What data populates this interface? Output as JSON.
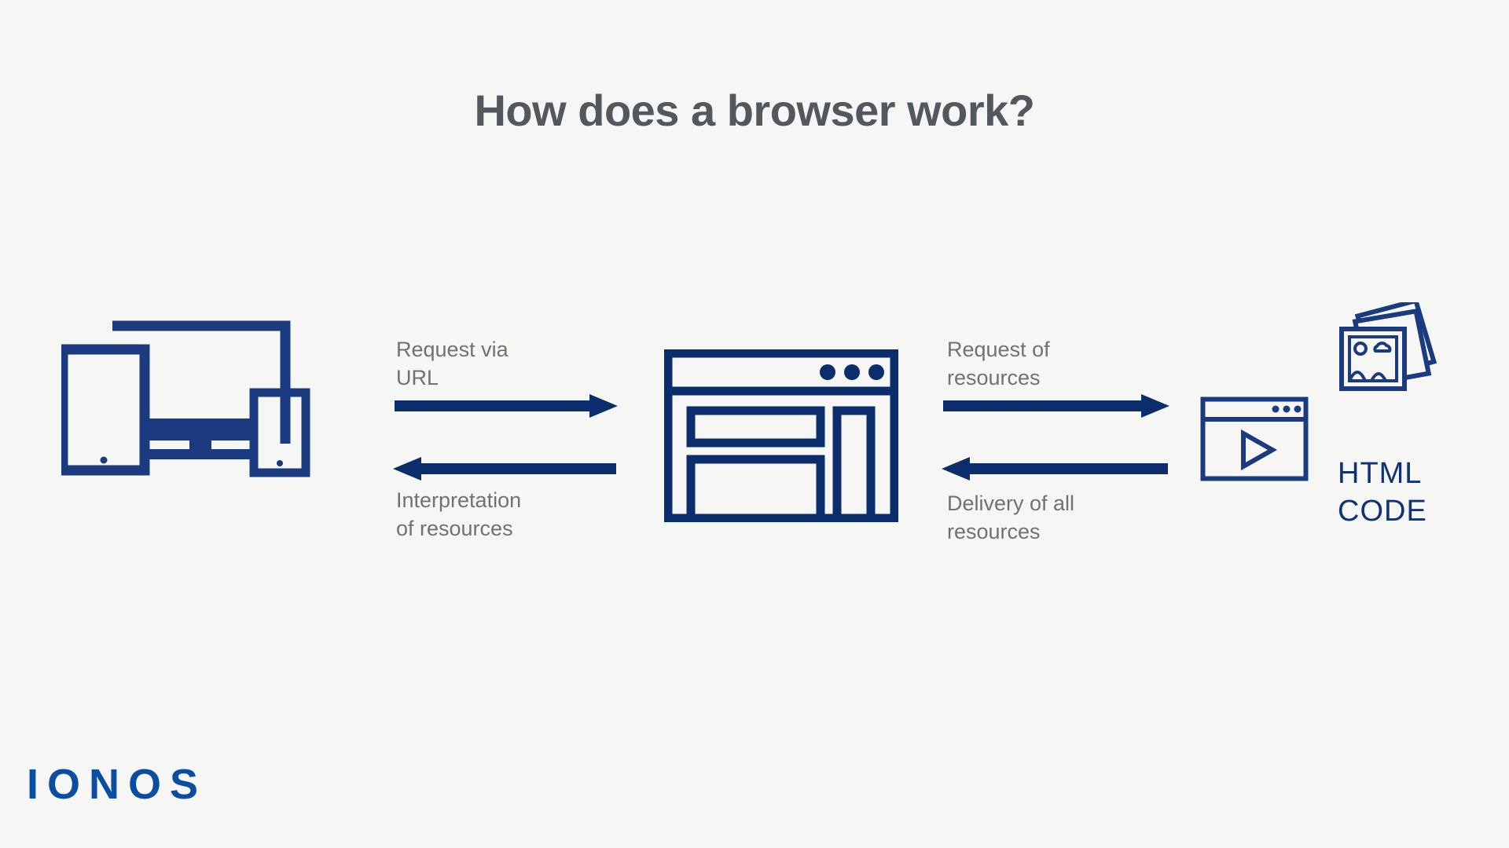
{
  "page": {
    "title": "How does a browser work?",
    "background_color": "#f6f6f5",
    "title_color": "#53585d",
    "accent_blue": "#1b3a7f",
    "deep_blue": "#0c2d6b",
    "label_gray": "#6e7276",
    "logo_blue": "#0b4da2"
  },
  "nodes": {
    "devices": {
      "name": "Devices (tablet, monitor, smartphone)",
      "icon": "devices-icon"
    },
    "website": {
      "name": "Website / browser window",
      "icon": "browser-window-icon"
    },
    "video": {
      "name": "Media player window",
      "icon": "video-player-icon"
    },
    "images": {
      "name": "Image resources",
      "icon": "photo-stack-icon"
    }
  },
  "flows": [
    {
      "id": "request-via-url",
      "label": "Request via\nURL",
      "direction": "right"
    },
    {
      "id": "interpretation-of-resources",
      "label": "Interpretation\nof resources",
      "direction": "left"
    },
    {
      "id": "request-of-resources",
      "label": "Request of\nresources",
      "direction": "right"
    },
    {
      "id": "delivery-of-all-resources",
      "label": "Delivery of all\nresources",
      "direction": "left"
    }
  ],
  "code_caption": "HTML\nCODE",
  "logo": "IONOS"
}
